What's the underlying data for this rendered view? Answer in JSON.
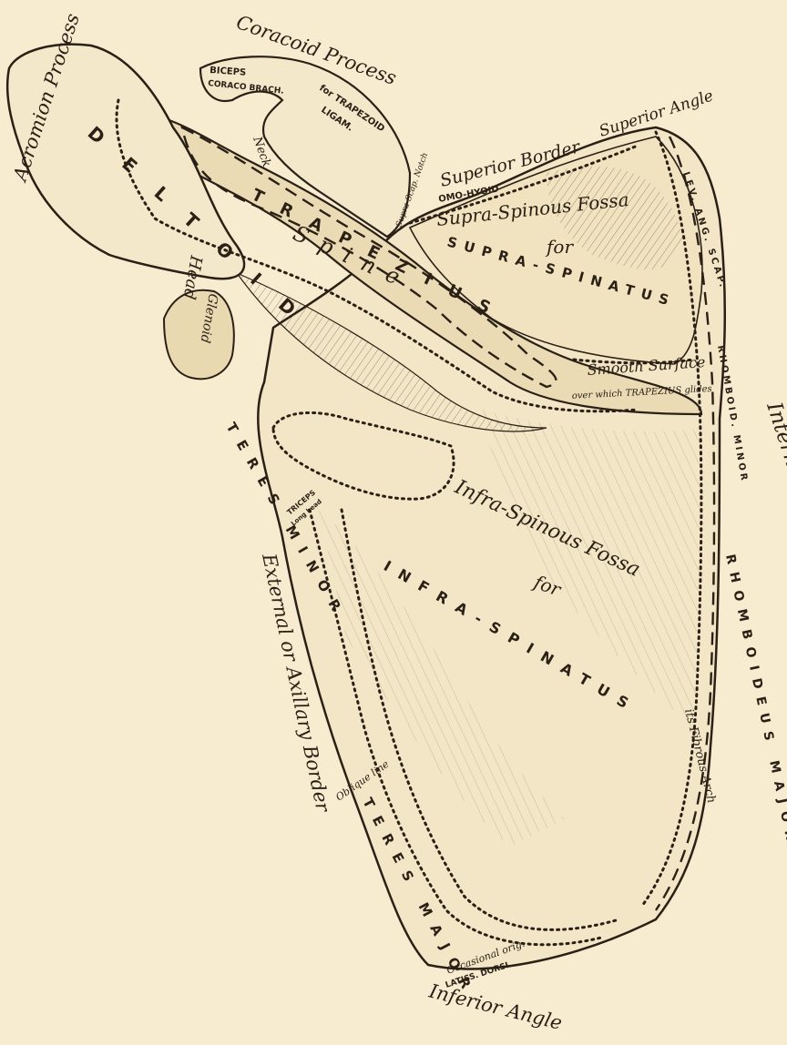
{
  "bone_regions": {
    "acromion_process": "Acromion Process",
    "coracoid_process": "Coracoid Process",
    "superior_border": "Superior Border",
    "superior_angle": "Superior Angle",
    "supra_spinous_fossa": "Supra-Spinous Fossa",
    "spine": "Spine",
    "neck": "Neck",
    "head": "Head",
    "glenoid": "Glenoid",
    "suprascap_notch": "Supra-Scap. Notch",
    "infra_spinous_fossa": "Infra-Spinous Fossa",
    "internal_border": "Internal or Vertebral Border",
    "external_border": "External or Axillary Border",
    "inferior_angle": "Inferior Angle",
    "smooth_surface": "Smooth Surface",
    "smooth_surface_note": "over which TRAPEZIUS glides",
    "its_fibrous_arch": "its Fibrous Arch"
  },
  "muscles": {
    "deltoid": "DELTOID",
    "trapezius": "TRAPEZIUS",
    "supra_spinatus_for": "for",
    "supra_spinatus": "SUPRA-SPINATUS",
    "infra_spinatus_for": "for",
    "infra_spinatus": "INFRA-SPINATUS",
    "teres_minor": "TERES MINOR",
    "teres_major": "TERES MAJOR",
    "rhomboideus_major": "RHOMBOIDEUS MAJOR",
    "rhomboid_minor": "RHOMBOID. MINOR",
    "lev_ang_scap": "LEV. ANG. SCAP.",
    "omo_hyoid": "OMO-HYOID",
    "biceps": "BICEPS",
    "coraco_brach": "CORACO BRACH.",
    "for_trapezoid": "for TRAPEZOID",
    "ligam": "LIGAM.",
    "triceps": "TRICEPS",
    "long_head": "Long head",
    "oblique_line": "Oblique line",
    "occasional_orig": "Occasional orig.",
    "latiss_dorsi": "LATISS. DORSI"
  },
  "colors": {
    "paper": "#f7ecd0",
    "ink": "#2a2015"
  }
}
